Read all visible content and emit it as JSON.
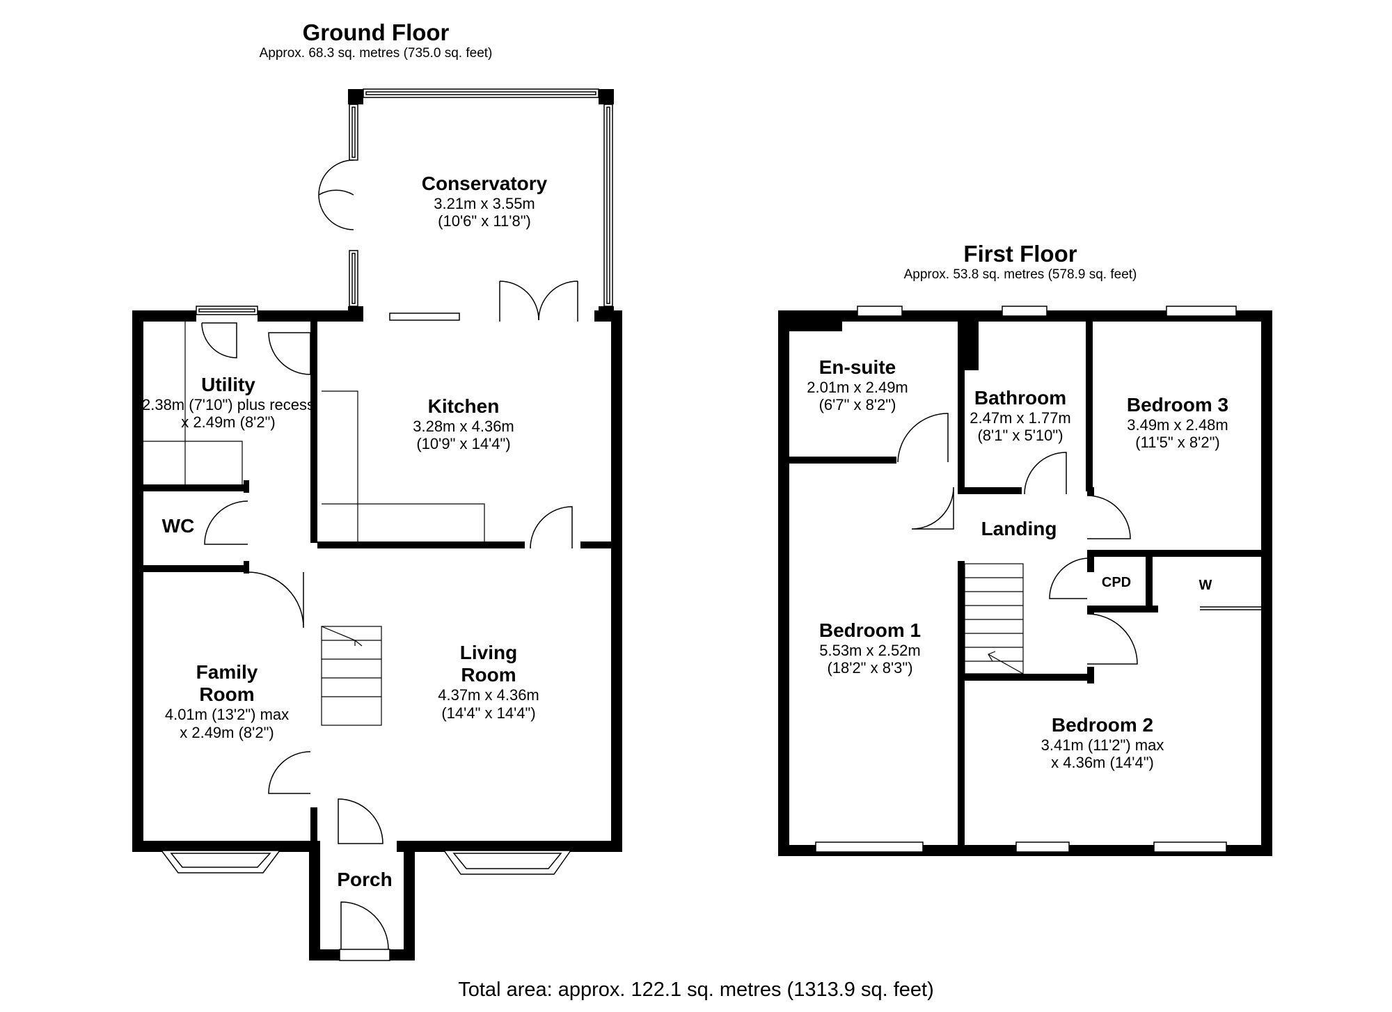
{
  "ground_floor": {
    "title": "Ground Floor",
    "area": "Approx. 68.3 sq. metres (735.0 sq. feet)",
    "rooms": {
      "conservatory": {
        "name": "Conservatory",
        "dim1": "3.21m x 3.55m",
        "dim2": "(10'6\" x 11'8\")"
      },
      "utility": {
        "name": "Utility",
        "dim1": "2.38m (7'10\") plus recess",
        "dim2": "x 2.49m (8'2\")"
      },
      "kitchen": {
        "name": "Kitchen",
        "dim1": "3.28m x 4.36m",
        "dim2": "(10'9\" x 14'4\")"
      },
      "wc": {
        "name": "WC"
      },
      "family_room": {
        "name1": "Family",
        "name2": "Room",
        "dim1": "4.01m (13'2\") max",
        "dim2": "x 2.49m (8'2\")"
      },
      "living_room": {
        "name1": "Living",
        "name2": "Room",
        "dim1": "4.37m x 4.36m",
        "dim2": "(14'4\" x 14'4\")"
      },
      "porch": {
        "name": "Porch"
      }
    }
  },
  "first_floor": {
    "title": "First Floor",
    "area": "Approx. 53.8 sq. metres (578.9 sq. feet)",
    "rooms": {
      "ensuite": {
        "name": "En-suite",
        "dim1": "2.01m x 2.49m",
        "dim2": "(6'7\" x 8'2\")"
      },
      "bathroom": {
        "name": "Bathroom",
        "dim1": "2.47m x 1.77m",
        "dim2": "(8'1\" x 5'10\")"
      },
      "bedroom3": {
        "name": "Bedroom 3",
        "dim1": "3.49m x 2.48m",
        "dim2": "(11'5\" x 8'2\")"
      },
      "landing": {
        "name": "Landing"
      },
      "cpd": {
        "name": "CPD"
      },
      "wardrobe": {
        "name": "W"
      },
      "bedroom1": {
        "name": "Bedroom 1",
        "dim1": "5.53m x 2.52m",
        "dim2": "(18'2\" x 8'3\")"
      },
      "bedroom2": {
        "name": "Bedroom 2",
        "dim1": "3.41m (11'2\") max",
        "dim2": "x 4.36m (14'4\")"
      }
    }
  },
  "total_area": "Total area: approx. 122.1 sq. metres (1313.9 sq. feet)"
}
